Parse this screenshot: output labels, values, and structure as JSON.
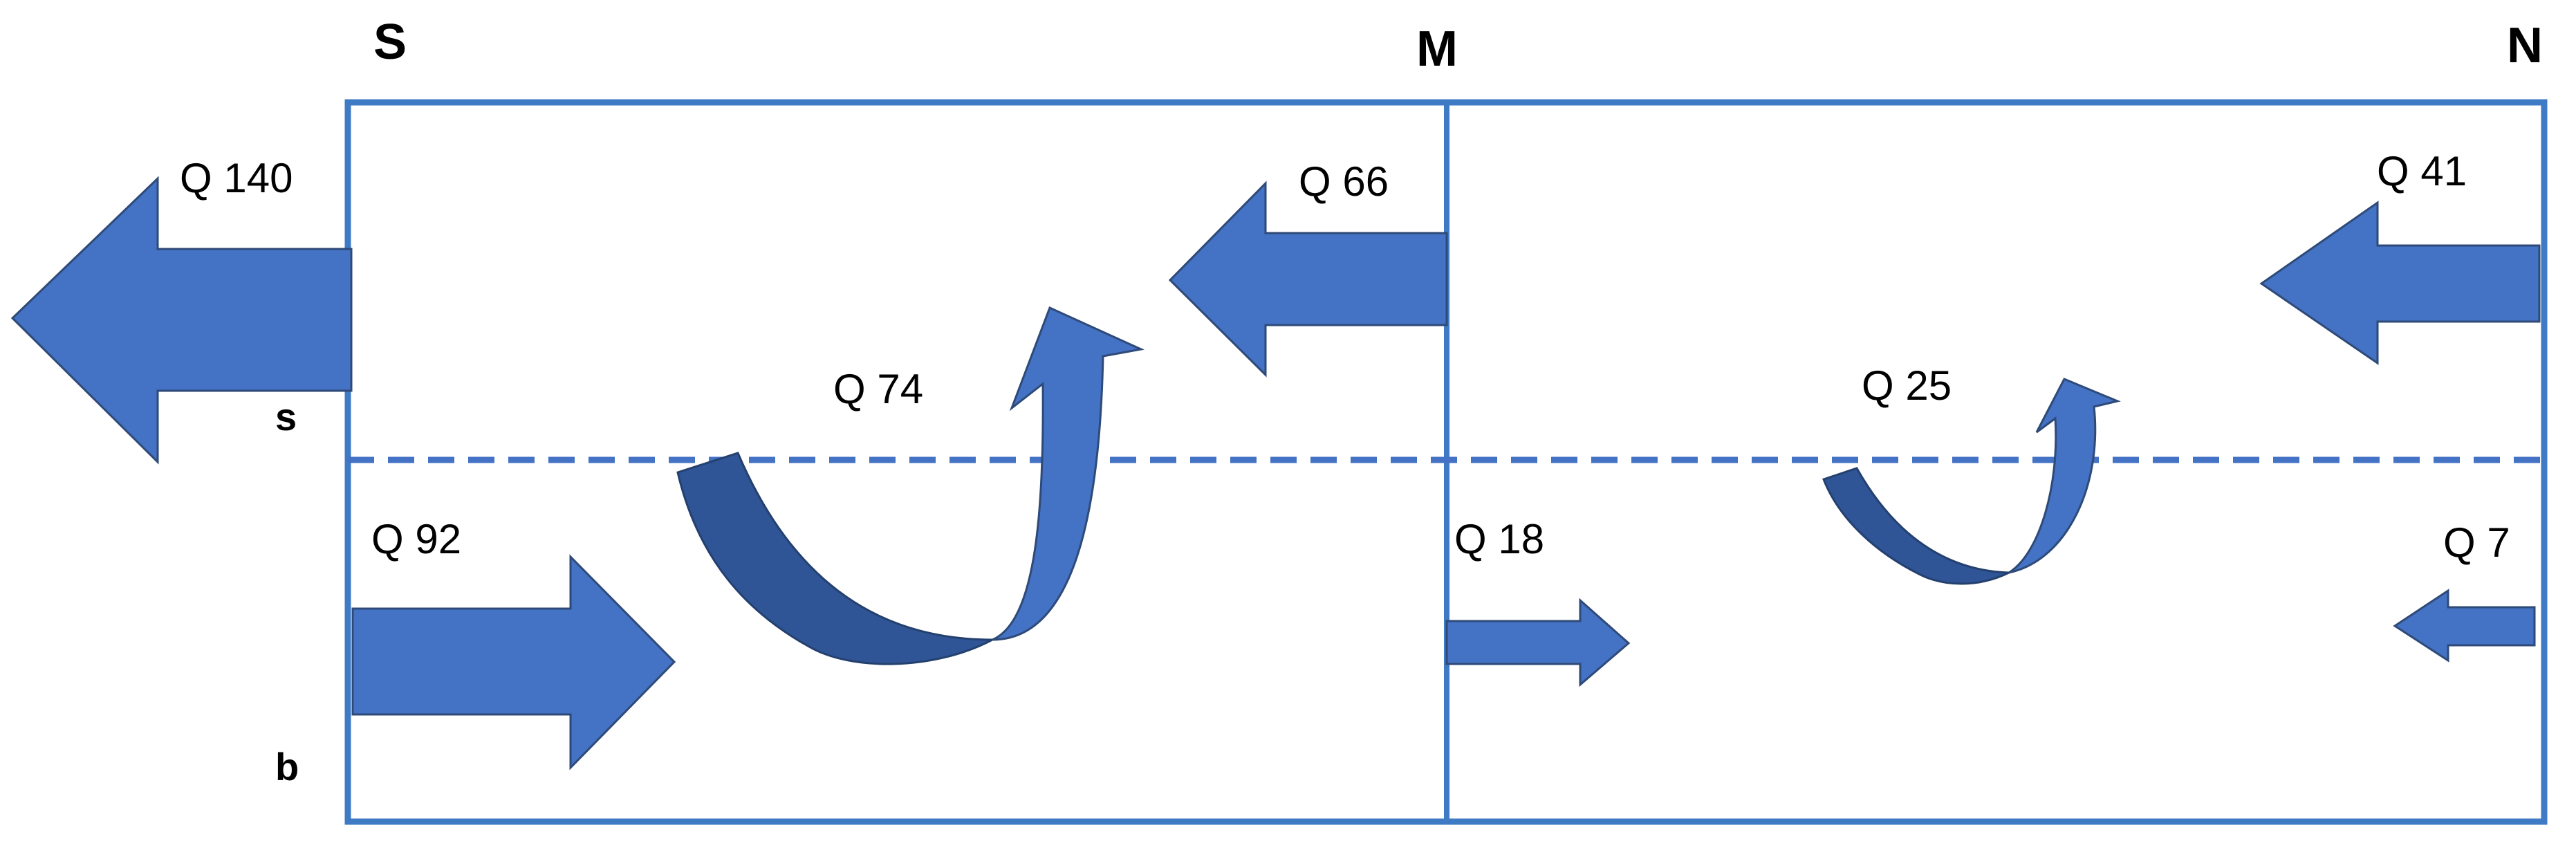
{
  "colors": {
    "frame": "#3f7ac4",
    "arrow_fill": "#4472c4",
    "arrow_dark": "#2f5597",
    "arrow_stroke": "#2e4a78",
    "text": "#000000"
  },
  "headers": {
    "south": "S",
    "middle": "M",
    "north": "N"
  },
  "layers": {
    "surface": "s",
    "bottom": "b"
  },
  "flows": {
    "q140": "Q 140",
    "q66": "Q 66",
    "q41": "Q 41",
    "q74": "Q 74",
    "q25": "Q 25",
    "q92": "Q 92",
    "q18": "Q 18",
    "q7": "Q 7"
  }
}
